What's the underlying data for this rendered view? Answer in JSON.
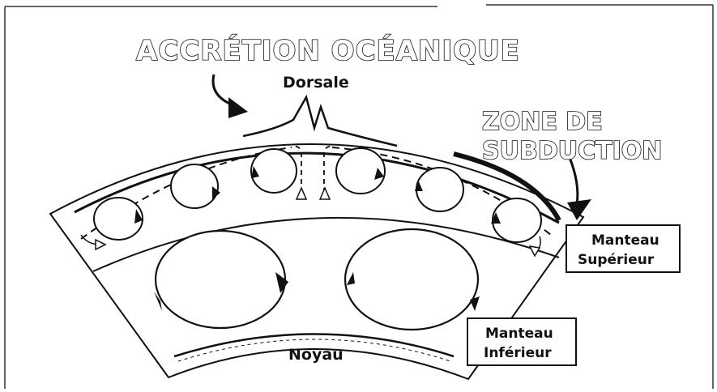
{
  "diagram": {
    "title": "ACCRÉTION OCÉANIQUE",
    "labels": {
      "ridge": "Dorsale",
      "subduction_line1": "ZONE DE",
      "subduction_line2": "SUBDUCTION",
      "core": "Noyau",
      "upper_mantle_line1": "Manteau",
      "upper_mantle_line2": "Supérieur",
      "lower_mantle_line1": "Manteau",
      "lower_mantle_line2": "Inférieur"
    },
    "upper_convection_cells": 6,
    "lower_convection_cells": 2,
    "colors": {
      "ink": "#111111",
      "background": "#ffffff"
    }
  }
}
